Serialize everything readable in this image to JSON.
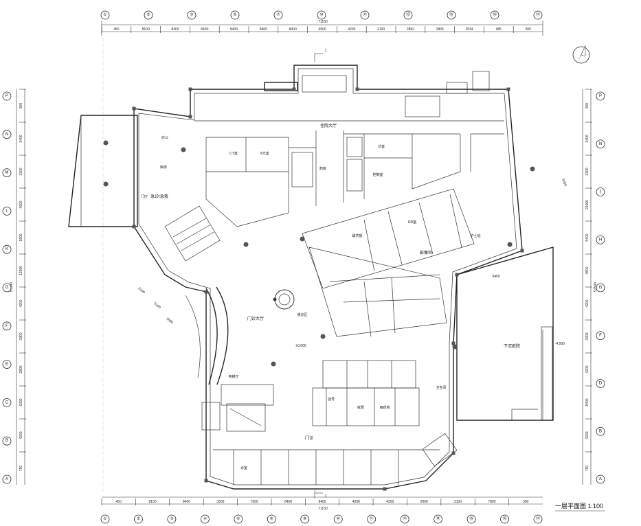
{
  "axes_top": [
    "①",
    "②",
    "③",
    "⑤",
    "⑦",
    "⑩",
    "⑪",
    "⑬",
    "⑮",
    "⑯",
    "⑰"
  ],
  "axes_bottom": [
    "①",
    "②",
    "③",
    "④",
    "⑥",
    "⑧",
    "⑨",
    "⑩",
    "⑪",
    "⑫",
    "⑭",
    "⑮",
    "⑯",
    "⑰"
  ],
  "axes_left": [
    "P",
    "N",
    "M",
    "L",
    "K",
    "G",
    "F",
    "E",
    "C",
    "B",
    "A"
  ],
  "axes_right": [
    "P",
    "N",
    "J",
    "H",
    "G",
    "F",
    "D",
    "B",
    "A"
  ],
  "dims_top": [
    "450",
    "8100",
    "8400",
    "8400",
    "8400",
    "8400",
    "8400",
    "6900",
    "4200",
    "2100",
    "2882",
    "1806",
    "2534",
    "986",
    "300"
  ],
  "dims_bottom": [
    "450",
    "8100",
    "8400",
    "3300",
    "7500",
    "8400",
    "8400",
    "4200",
    "4200",
    "2900",
    "3100",
    "7800",
    "300"
  ],
  "dims_left": [
    "300",
    "3400",
    "3300",
    "4500",
    "1800",
    "12250",
    "4200",
    "3300",
    "2800",
    "6300",
    "4200",
    "750"
  ],
  "dims_right": [
    "300",
    "3400",
    "3300",
    "21000",
    "5400",
    "4800",
    "4200",
    "3300",
    "4200",
    "8400",
    "4200",
    "750"
  ],
  "total_top": "71150",
  "total_bottom": "71150",
  "total_left": "57540",
  "total_right": "57540",
  "section_marks": [
    "1",
    "1"
  ],
  "rooms": {
    "waiting_hall": "住院大厅",
    "clinic_hall": "门诊大厅",
    "emergency": "急诊/急救",
    "imaging": "影像科",
    "outpatient": "门诊",
    "sunken_courtyard": "下沉庭院",
    "pharmacy": "药房",
    "registration": "挂号",
    "office": "办公",
    "toilet": "卫生间",
    "ct": "CT室",
    "mri": "磁共振",
    "xray": "X光室",
    "dr": "DR室",
    "control": "控制室",
    "nurse": "护士站",
    "consult": "诊室",
    "clinic": "诊室",
    "entrance": "门厅",
    "lobby": "候诊区",
    "pharmacy2": "西药房",
    "cashier": "收费",
    "elevator_hall": "电梯厅",
    "storage": "库房"
  },
  "elevation_mark": "±0.000",
  "elevation_mark2": "-4.500",
  "dim_inner_1": "9450",
  "dim_inner_2": "5000",
  "dim_inner_3": "3100",
  "dim_inner_4": "5100",
  "dim_inner_5": "2800",
  "title": "一层平面图  1:100",
  "north": "N"
}
